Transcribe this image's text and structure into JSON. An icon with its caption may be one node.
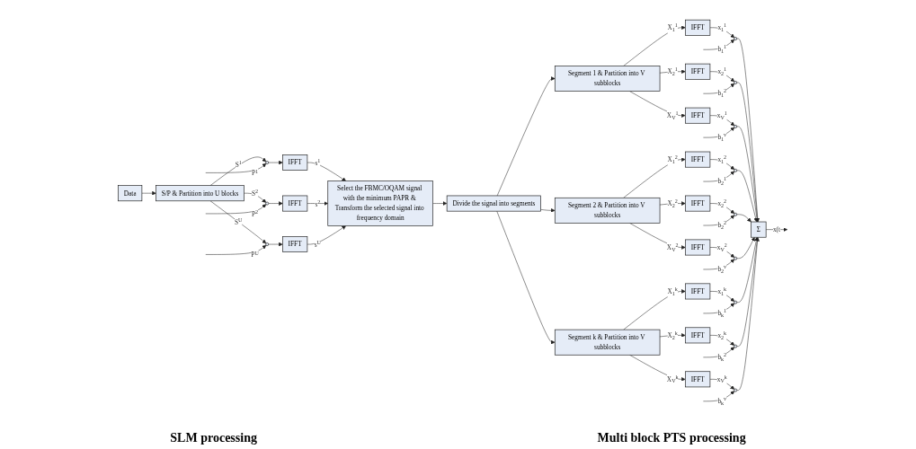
{
  "diagram": {
    "nodes": [
      {
        "text": [
          "Data"
        ]
      },
      {
        "text": [
          "S/P & Partition into U blocks"
        ]
      },
      {
        "text": [],
        "shape": "circle"
      },
      {
        "text": [
          "IFFT"
        ]
      },
      {
        "text": [],
        "shape": "circle"
      },
      {
        "text": [
          "IFFT"
        ]
      },
      {
        "text": [],
        "shape": "circle"
      },
      {
        "text": [
          "IFFT"
        ]
      },
      {
        "text": [
          "Select the FBMC/OQAM signal with the minimum PAPR & Transform the selected signal into frequency domain"
        ]
      },
      {
        "text": [
          "Divide the signal into segments"
        ]
      },
      {
        "text": [
          "Segment 1 & Partition into V subblocks"
        ]
      },
      {
        "text": [
          "IFFT"
        ]
      },
      {
        "text": [
          "IFFT"
        ]
      },
      {
        "text": [
          "IFFT"
        ]
      },
      {
        "text": [],
        "shape": "circle"
      },
      {
        "text": [],
        "shape": "circle"
      },
      {
        "text": [],
        "shape": "circle"
      },
      {
        "text": [
          "Segment 2 & Partition into V subblocks"
        ]
      },
      {
        "text": [
          "IFFT"
        ]
      },
      {
        "text": [
          "IFFT"
        ]
      },
      {
        "text": [
          "IFFT"
        ]
      },
      {
        "text": [],
        "shape": "circle"
      },
      {
        "text": [],
        "shape": "circle"
      },
      {
        "text": [],
        "shape": "circle"
      },
      {
        "text": [
          "Segment k & Partition into V subblocks"
        ]
      },
      {
        "text": [
          "IFFT"
        ]
      },
      {
        "text": [
          "IFFT"
        ]
      },
      {
        "text": [
          "IFFT"
        ]
      },
      {
        "text": [],
        "shape": "circle"
      },
      {
        "text": [],
        "shape": "circle"
      },
      {
        "text": [],
        "shape": "circle"
      },
      {
        "text": [
          "Σ"
        ]
      }
    ],
    "edges": [
      {
        "from": 0,
        "to": 1,
        "arrow": "to"
      },
      {
        "from": 1,
        "to": 2,
        "arrow": "to",
        "label": "S$^{1}$"
      },
      {
        "from": 2,
        "to": 3,
        "arrow": "to"
      },
      {
        "from": 3,
        "to": 8,
        "arrow": "to",
        "label": "s$^{1}$"
      },
      {
        "from": null,
        "to": 2,
        "arrow": "to",
        "label": "P$^{1}$"
      },
      {
        "from": 1,
        "to": 4,
        "arrow": "to",
        "label": "S$^{2}$"
      },
      {
        "from": 4,
        "to": 5,
        "arrow": "to"
      },
      {
        "from": 5,
        "to": 8,
        "arrow": "to",
        "label": "s$^{2}$"
      },
      {
        "from": null,
        "to": 4,
        "arrow": "to",
        "label": "P$^{2}$"
      },
      {
        "from": 1,
        "to": 6,
        "arrow": "to",
        "label": "S$^{U}$"
      },
      {
        "from": 6,
        "to": 7,
        "arrow": "to"
      },
      {
        "from": 7,
        "to": 8,
        "arrow": "to",
        "label": "s$^{U}$"
      },
      {
        "from": null,
        "to": 6,
        "arrow": "to",
        "label": "P$^{U}$"
      },
      {
        "from": 8,
        "to": 9,
        "arrow": "to"
      },
      {
        "from": 9,
        "to": 10,
        "arrow": "to"
      },
      {
        "from": 9,
        "to": 17,
        "arrow": "to"
      },
      {
        "from": 9,
        "to": 24,
        "arrow": "to"
      },
      {
        "from": 10,
        "to": 11,
        "arrow": "to",
        "label": "X$_{1}$$^{1}$"
      },
      {
        "from": 10,
        "to": 12,
        "arrow": "to",
        "label": "X$_{2}$$^{1}$"
      },
      {
        "from": 10,
        "to": 13,
        "arrow": "to",
        "label": "X$_{V}$$^{1}$"
      },
      {
        "from": 11,
        "to": 14,
        "arrow": "to",
        "label": "x$_{1}$$^{1}$"
      },
      {
        "from": 12,
        "to": 15,
        "arrow": "to",
        "label": "x$_{2}$$^{1}$"
      },
      {
        "from": 13,
        "to": 16,
        "arrow": "to",
        "label": "x$_{V}$$^{1}$"
      },
      {
        "from": null,
        "to": 14,
        "arrow": "to",
        "label": "b$_{1}$$^{1}$"
      },
      {
        "from": null,
        "to": 15,
        "arrow": "to",
        "label": "b$_{1}$$^{2}$"
      },
      {
        "from": null,
        "to": 16,
        "arrow": "to",
        "label": "b$_{1}$$^{v}$"
      },
      {
        "from": 14,
        "to": 31,
        "arrow": "to"
      },
      {
        "from": 15,
        "to": 31,
        "arrow": "to"
      },
      {
        "from": 16,
        "to": 31,
        "arrow": "to"
      },
      {
        "from": 17,
        "to": 18,
        "arrow": "to",
        "label": "X$_{1}$$^{2}$"
      },
      {
        "from": 17,
        "to": 19,
        "arrow": "to",
        "label": "X$_{2}$$^{2}$"
      },
      {
        "from": 17,
        "to": 20,
        "arrow": "to",
        "label": "X$_{V}$$^{2}$"
      },
      {
        "from": 18,
        "to": 21,
        "arrow": "to",
        "label": "x$_{1}$$^{2}$"
      },
      {
        "from": 19,
        "to": 22,
        "arrow": "to",
        "label": "x$_{2}$$^{2}$"
      },
      {
        "from": 20,
        "to": 23,
        "arrow": "to",
        "label": "x$_{V}$$^{2}$"
      },
      {
        "from": null,
        "to": 21,
        "arrow": "to",
        "label": "b$_{2}$$^{1}$"
      },
      {
        "from": null,
        "to": 22,
        "arrow": "to",
        "label": "b$_{2}$$^{2}$"
      },
      {
        "from": null,
        "to": 23,
        "arrow": "to",
        "label": "b$_{2}$$^{v}$"
      },
      {
        "from": 21,
        "to": 31,
        "arrow": "to"
      },
      {
        "from": 22,
        "to": 31,
        "arrow": "to"
      },
      {
        "from": 23,
        "to": 31,
        "arrow": "to"
      },
      {
        "from": 24,
        "to": 25,
        "arrow": "to",
        "label": "X$_{1}$$^{k}$"
      },
      {
        "from": 24,
        "to": 26,
        "arrow": "to",
        "label": "X$_{2}$$^{k}$"
      },
      {
        "from": 24,
        "to": 27,
        "arrow": "to",
        "label": "X$_{V}$$^{k}$"
      },
      {
        "from": 25,
        "to": 28,
        "arrow": "to",
        "label": "x$_{1}$$^{k}$"
      },
      {
        "from": 26,
        "to": 29,
        "arrow": "to",
        "label": "x$_{2}$$^{k}$"
      },
      {
        "from": 27,
        "to": 30,
        "arrow": "to",
        "label": "x$_{V}$$^{k}$"
      },
      {
        "from": null,
        "to": 28,
        "arrow": "to",
        "label": "b$_{k}$$^{1}$"
      },
      {
        "from": null,
        "to": 29,
        "arrow": "to",
        "label": "b$_{k}$$^{2}$"
      },
      {
        "from": null,
        "to": 30,
        "arrow": "to",
        "label": "b$_{k}$$^{v}$"
      },
      {
        "from": 28,
        "to": 31,
        "arrow": "to"
      },
      {
        "from": 29,
        "to": 31,
        "arrow": "to"
      },
      {
        "from": 30,
        "to": 31,
        "arrow": "to"
      },
      {
        "from": 31,
        "to": null,
        "arrow": "to",
        "label": "x(t"
      }
    ],
    "labels": [
      "SLM processing",
      "Multi block PTS processing"
    ]
  }
}
